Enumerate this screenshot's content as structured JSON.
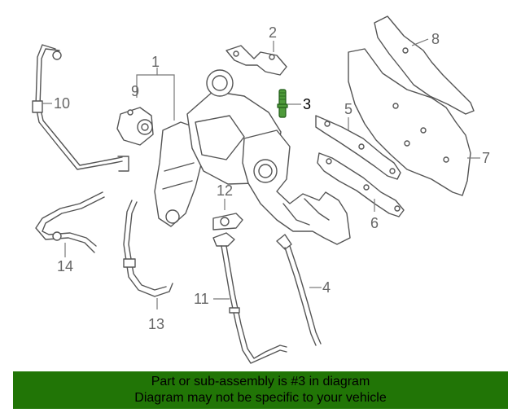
{
  "diagram": {
    "highlight_color": "#4e9a3a",
    "banner_color": "#217506",
    "callouts": [
      "1",
      "2",
      "3",
      "4",
      "5",
      "6",
      "7",
      "8",
      "9",
      "10",
      "11",
      "12",
      "13",
      "14"
    ],
    "highlighted_callout": "3"
  },
  "banner": {
    "line1": "Part or sub-assembly is #3 in diagram",
    "line2": "Diagram may not be specific to your vehicle"
  }
}
